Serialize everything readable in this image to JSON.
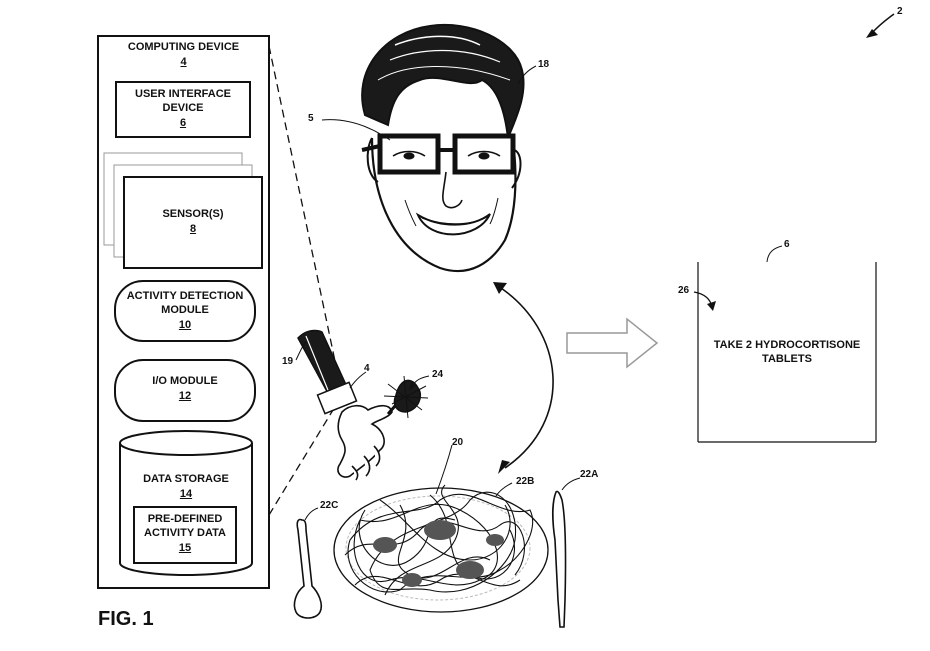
{
  "figure": {
    "label": "FIG. 1",
    "ref": "2"
  },
  "computing_device": {
    "title": "COMPUTING DEVICE",
    "ref": "4",
    "ui_device": {
      "label_line1": "USER INTERFACE",
      "label_line2": "DEVICE",
      "ref": "6"
    },
    "sensors": {
      "label": "SENSOR(S)",
      "ref": "8"
    },
    "activity_module": {
      "label_line1": "ACTIVITY DETECTION",
      "label_line2": "MODULE",
      "ref": "10"
    },
    "io_module": {
      "label": "I/O MODULE",
      "ref": "12"
    },
    "data_storage": {
      "label": "DATA STORAGE",
      "ref": "14",
      "predefined": {
        "label_line1": "PRE-DEFINED",
        "label_line2": "ACTIVITY DATA",
        "ref": "15"
      }
    }
  },
  "display": {
    "ref": "6",
    "message_ref": "26",
    "message_line1": "TAKE 2 HYDROCORTISONE",
    "message_line2": "TABLETS"
  },
  "refs": {
    "glasses": "5",
    "head": "18",
    "wrist_device": "4",
    "arm": "19",
    "fork_food": "24",
    "plate": "20",
    "knife": "22A",
    "plate_rim": "22B",
    "spoon": "22C"
  },
  "colors": {
    "ink": "#111111",
    "background": "#ffffff"
  }
}
